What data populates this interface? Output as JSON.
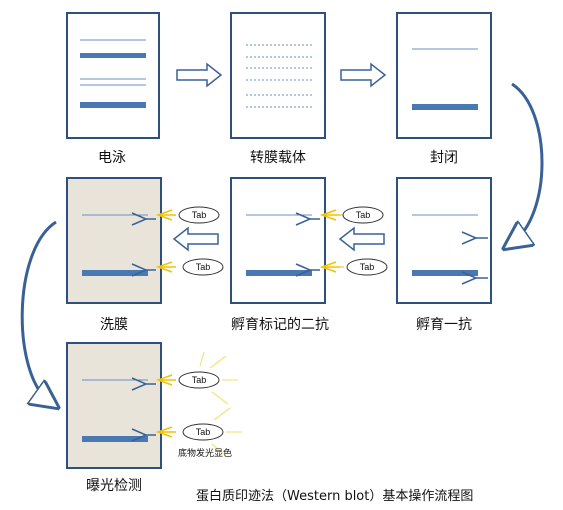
{
  "steps": [
    {
      "label": "电泳"
    },
    {
      "label": "转膜载体"
    },
    {
      "label": "封闭"
    },
    {
      "label": "洗膜"
    },
    {
      "label": "孵育标记的二抗"
    },
    {
      "label": "孵育一抗"
    },
    {
      "label": "曝光检测"
    }
  ],
  "tab_label": "Tab",
  "substrate_note": "底物发光显色",
  "caption": "蛋白质印迹法（Western blot）基本操作流程图",
  "colors": {
    "panel_border": "#2f4f7f",
    "band": "#4a78b2",
    "line": "#6b8fc0",
    "arrow": "#3a6196",
    "washed_panel": "#e8e4da",
    "antibody": "#f2c200",
    "glow": "#f7e27a"
  }
}
